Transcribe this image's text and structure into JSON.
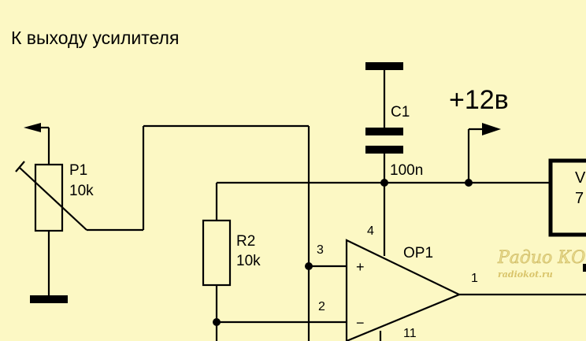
{
  "schematic": {
    "title": "К выходу усилителя",
    "supply_label": "+12в",
    "components": {
      "c1": {
        "ref": "C1",
        "value": "100n"
      },
      "p1": {
        "ref": "P1",
        "value": "10k"
      },
      "r2": {
        "ref": "R2",
        "value": "10k"
      },
      "op1": {
        "ref": "OP1",
        "pins": {
          "plus": "3",
          "minus": "2",
          "vcc": "4",
          "out": "1",
          "gnd": "11"
        },
        "plus_sign": "+",
        "minus_sign": "−"
      },
      "regulator": {
        "line1": "V",
        "line2": "7"
      }
    }
  },
  "watermark": {
    "logo": "Радио КОТ",
    "url": "radiokot.ru"
  },
  "colors": {
    "background": "#fcf8c4",
    "ink": "#000000",
    "watermark": "#e8d98a"
  }
}
